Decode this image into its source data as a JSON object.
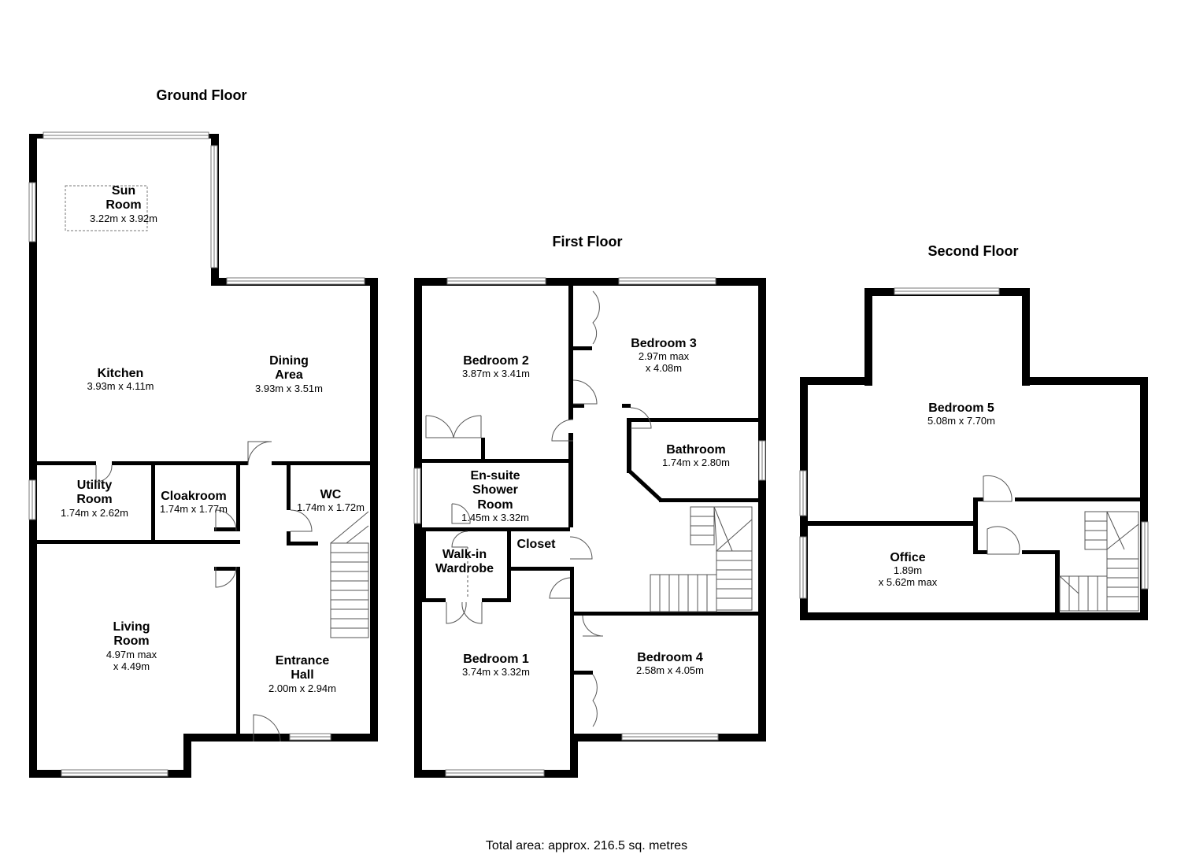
{
  "floors": [
    {
      "name": "Ground Floor"
    },
    {
      "name": "First Floor"
    },
    {
      "name": "Second Floor"
    }
  ],
  "rooms": {
    "sun_room": {
      "name_l1": "Sun",
      "name_l2": "Room",
      "dims": "3.22m x 3.92m"
    },
    "kitchen": {
      "name": "Kitchen",
      "dims": "3.93m x 4.11m"
    },
    "dining_area": {
      "name_l1": "Dining",
      "name_l2": "Area",
      "dims": "3.93m x 3.51m"
    },
    "utility_room": {
      "name_l1": "Utility",
      "name_l2": "Room",
      "dims": "1.74m x 2.62m"
    },
    "cloakroom": {
      "name": "Cloakroom",
      "dims": "1.74m x 1.77m"
    },
    "wc": {
      "name": "WC",
      "dims": "1.74m x 1.72m"
    },
    "living_room": {
      "name_l1": "Living",
      "name_l2": "Room",
      "dims_l1": "4.97m max",
      "dims_l2": "x 4.49m"
    },
    "entrance_hall": {
      "name_l1": "Entrance",
      "name_l2": "Hall",
      "dims": "2.00m x 2.94m"
    },
    "bedroom_2": {
      "name": "Bedroom 2",
      "dims": "3.87m x 3.41m"
    },
    "bedroom_3": {
      "name": "Bedroom 3",
      "dims_l1": "2.97m max",
      "dims_l2": "x 4.08m"
    },
    "bathroom": {
      "name": "Bathroom",
      "dims": "1.74m x 2.80m"
    },
    "ensuite": {
      "name_l1": "En-suite",
      "name_l2": "Shower",
      "name_l3": "Room",
      "dims": "1.45m x 3.32m"
    },
    "walk_in_wardrobe": {
      "name_l1": "Walk-in",
      "name_l2": "Wardrobe"
    },
    "closet": {
      "name": "Closet"
    },
    "bedroom_1": {
      "name": "Bedroom 1",
      "dims": "3.74m x 3.32m"
    },
    "bedroom_4": {
      "name": "Bedroom 4",
      "dims": "2.58m x 4.05m"
    },
    "bedroom_5": {
      "name": "Bedroom 5",
      "dims": "5.08m x 7.70m"
    },
    "office": {
      "name": "Office",
      "dims_l1": "1.89m",
      "dims_l2": "x 5.62m max"
    }
  },
  "total_area": "Total area: approx. 216.5 sq. metres"
}
